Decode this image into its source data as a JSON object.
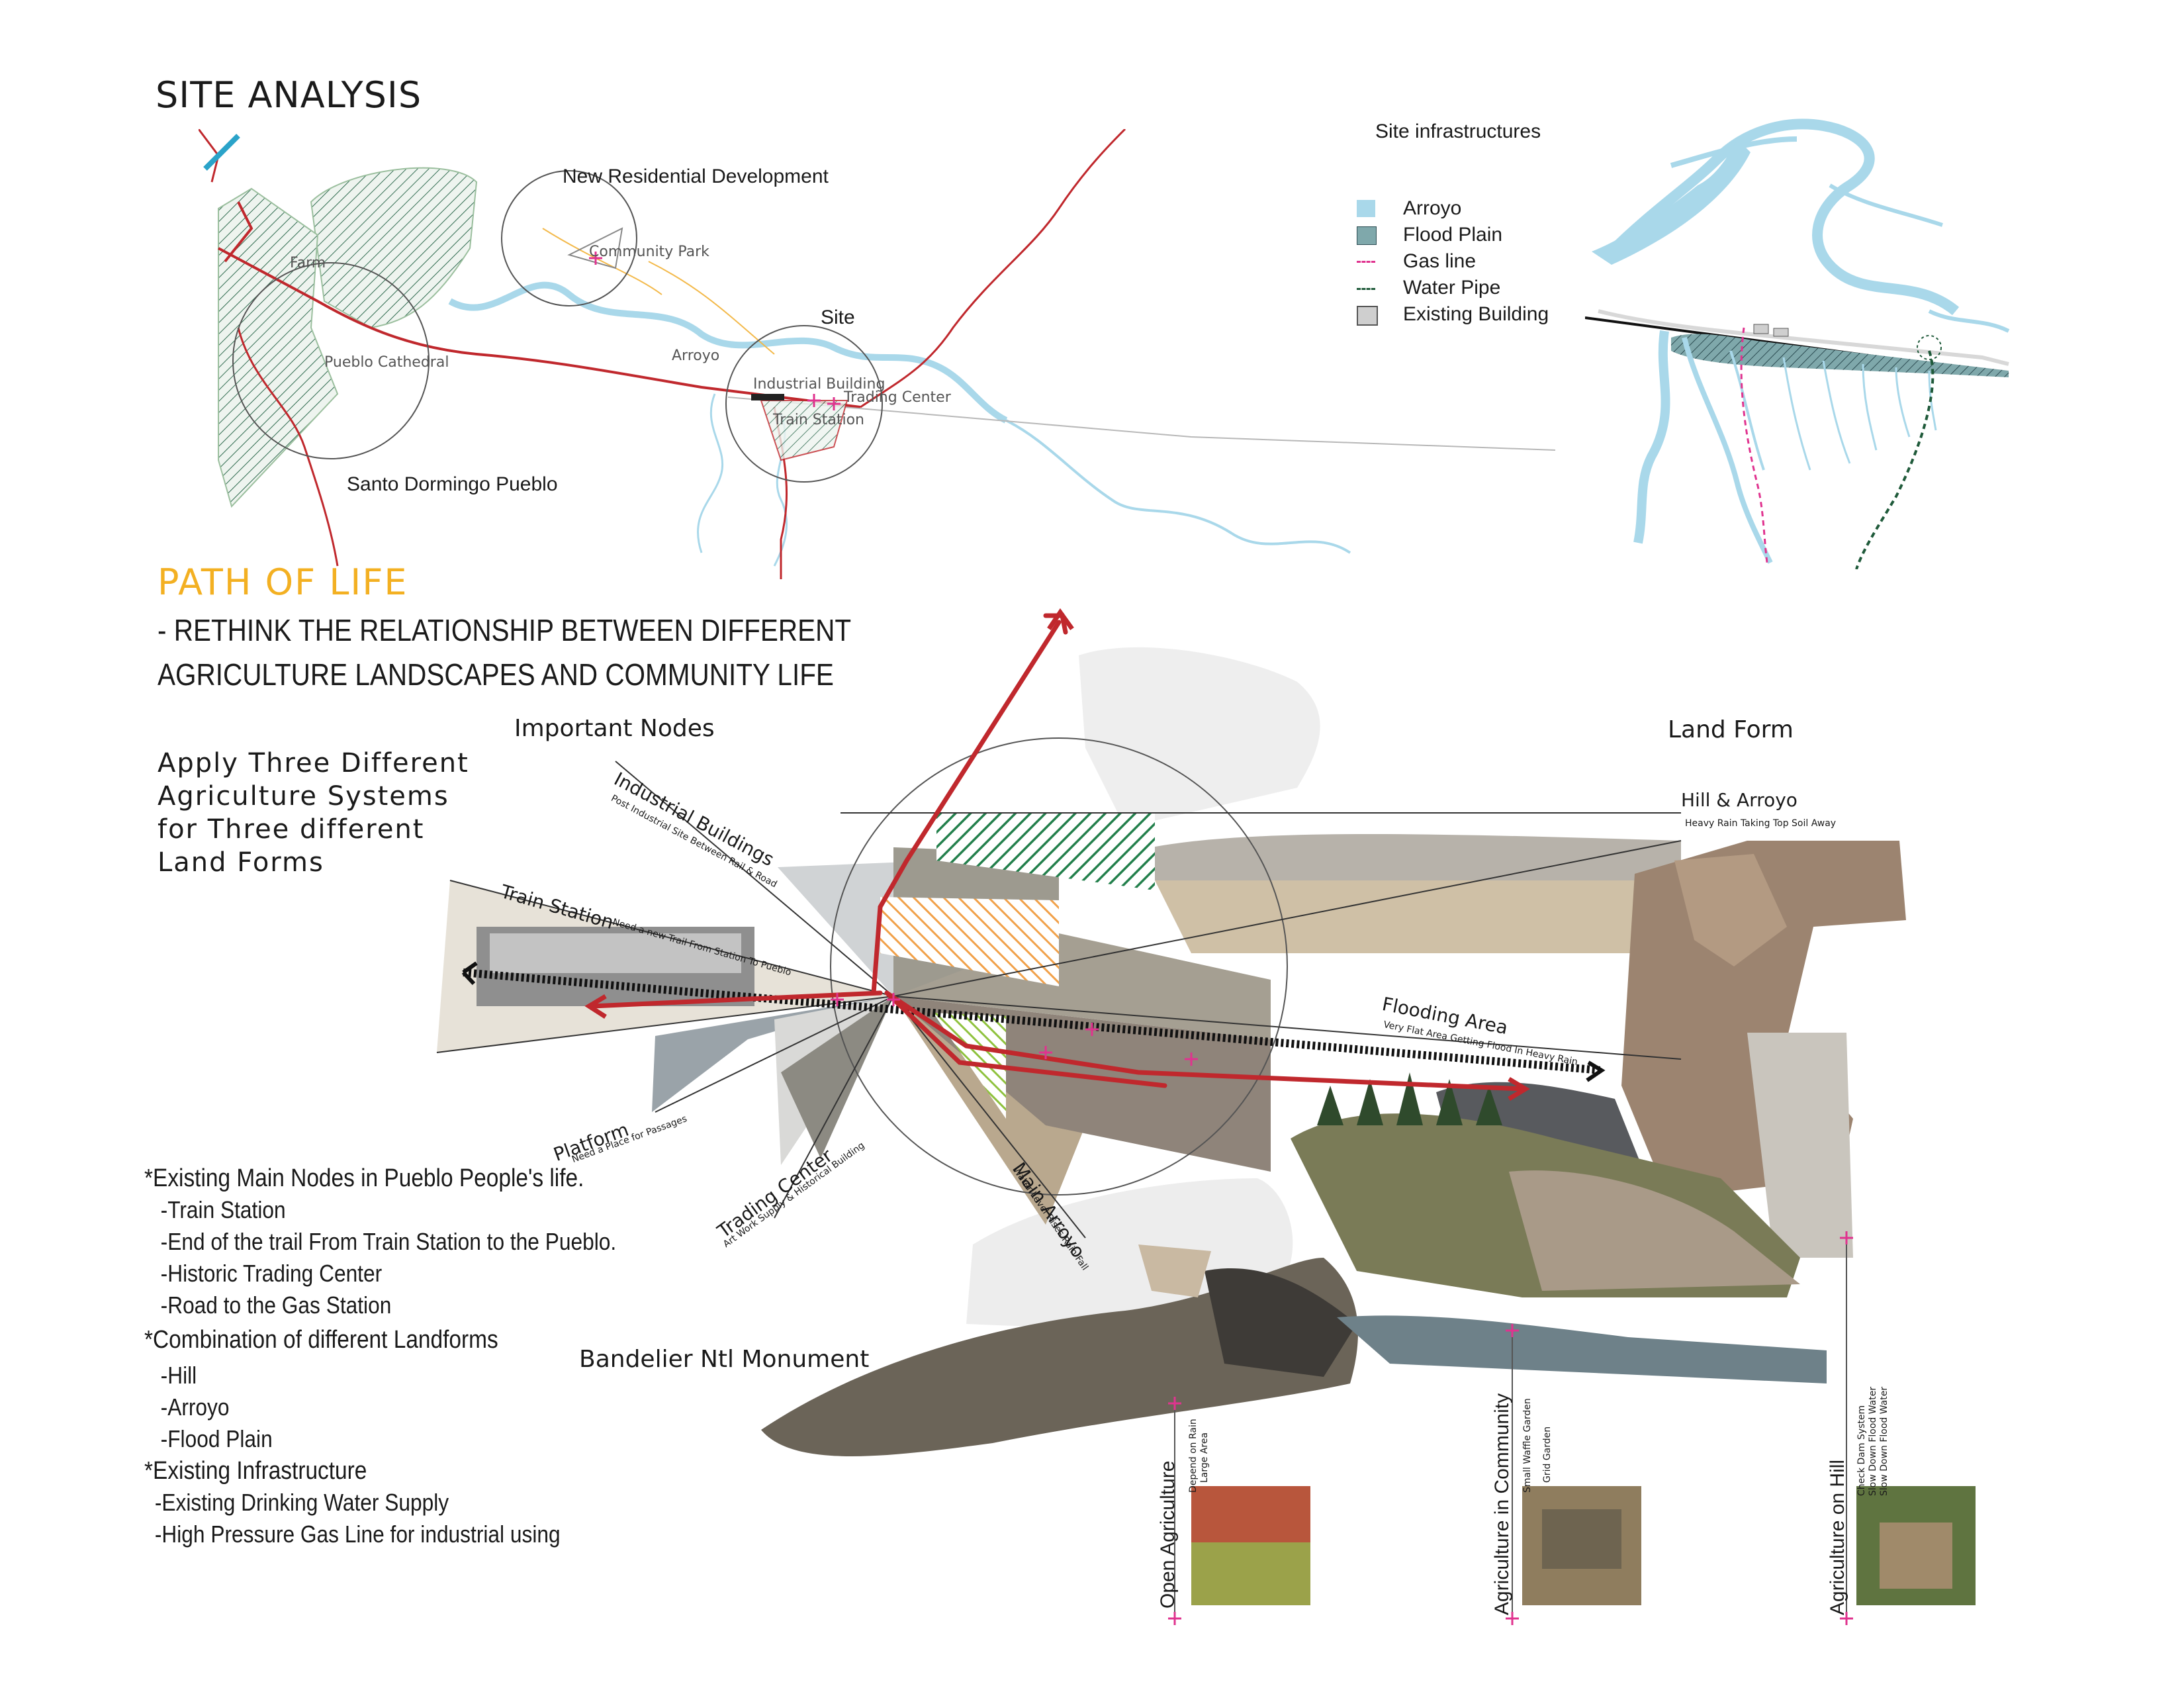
{
  "title": "SITE ANALYSIS",
  "map": {
    "labels": {
      "new_residential": "New Residential Development",
      "community_park": "Community Park",
      "farm": "Farm",
      "pueblo_cathedral": "Pueblo Cathedral",
      "santo_domingo": "Santo Dormingo Pueblo",
      "site": "Site",
      "arroyo": "Arroyo",
      "industrial_building": "Industrial Building",
      "trading_center": "Trading Center",
      "train_station": "Train Station"
    }
  },
  "infrastructure": {
    "title": "Site infrastructures",
    "legend": [
      {
        "label": "Arroyo",
        "color": "#a9d8ea"
      },
      {
        "label": "Flood Plain",
        "color": "#5a8a8f"
      },
      {
        "label": "Gas line",
        "color": "#e0338f"
      },
      {
        "label": "Water Pipe",
        "color": "#1f5a3a"
      },
      {
        "label": "Existing Building",
        "color": "#cfcfcf"
      }
    ]
  },
  "path_of_life": {
    "title": "PATH OF LIFE",
    "subtitle_line1": "- RETHINK THE RELATIONSHIP BETWEEN DIFFERENT",
    "subtitle_line2": "AGRICULTURE LANDSCAPES AND COMMUNITY LIFE",
    "apply_text": "Apply Three Different Agriculture Systems for Three different Land Forms"
  },
  "headers": {
    "important_nodes": "Important Nodes",
    "land_form": "Land Form",
    "bandelier": "Bandelier Ntl Monument"
  },
  "wedges": {
    "industrial": {
      "label": "Industrial Buildings",
      "sub": "Post Industrial Site Between Rail & Road"
    },
    "train": {
      "label": "Train Station",
      "sub": "Need a new Trail From Station To Pueblo"
    },
    "platform": {
      "label": "Platform",
      "sub": "Need a Place for Passages"
    },
    "trading": {
      "label": "Trading Center",
      "sub": "Art Work Supply & Historical Building"
    },
    "arroyo": {
      "label": "Main Arroyo",
      "sub": "Water Level Rises Rain Fall"
    },
    "hill": {
      "label": "Hill & Arroyo",
      "sub": "Heavy Rain Taking Top Soil Away"
    },
    "flooding": {
      "label": "Flooding Area",
      "sub": "Very Flat Area Getting Flood In Heavy Rain"
    }
  },
  "notes": {
    "h1": "*Existing Main Nodes in Pueblo People's life.",
    "i1": [
      "-Train Station",
      "-End of the trail From Train Station to the Pueblo.",
      "-Historic Trading Center",
      "-Road to the Gas Station"
    ],
    "h2": "*Combination of different Landforms",
    "i2": [
      "-Hill",
      "-Arroyo",
      "-Flood Plain"
    ],
    "h3": "*Existing Infrastructure",
    "i3": [
      "-Existing Drinking Water Supply",
      "-High Pressure Gas Line for industrial using"
    ]
  },
  "agriculture": [
    {
      "label": "Open Agriculture",
      "sub1": "Depend on Rain",
      "sub2": "Large Area"
    },
    {
      "label": "Agriculture in Community",
      "sub1": "Small Waffle Garden",
      "sub2": "Grid Garden"
    },
    {
      "label": "Agriculture on Hill",
      "sub1": "Check Dam System",
      "sub2": "Slow Down Flood Water",
      "sub3": "Slow Down Flood Water"
    }
  ]
}
